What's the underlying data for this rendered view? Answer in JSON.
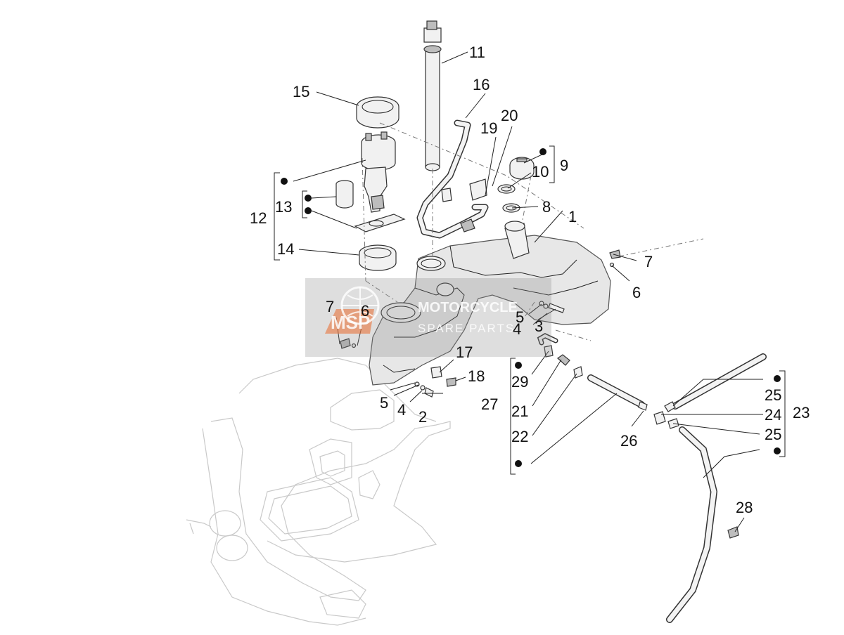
{
  "diagram": {
    "callouts": [
      "1",
      "2",
      "3",
      "4",
      "4",
      "5",
      "5",
      "6",
      "6",
      "7",
      "7",
      "8",
      "9",
      "10",
      "11",
      "12",
      "13",
      "14",
      "15",
      "16",
      "17",
      "18",
      "19",
      "20",
      "21",
      "22",
      "23",
      "24",
      "25",
      "25",
      "26",
      "27",
      "28",
      "29"
    ],
    "watermark": {
      "line1": "MOTORCYCLE",
      "line2": "SPARE PARTS",
      "logo": "MSP"
    },
    "accent_color": "#e8733a",
    "icons": [
      "bullet-dot",
      "bracket"
    ]
  }
}
